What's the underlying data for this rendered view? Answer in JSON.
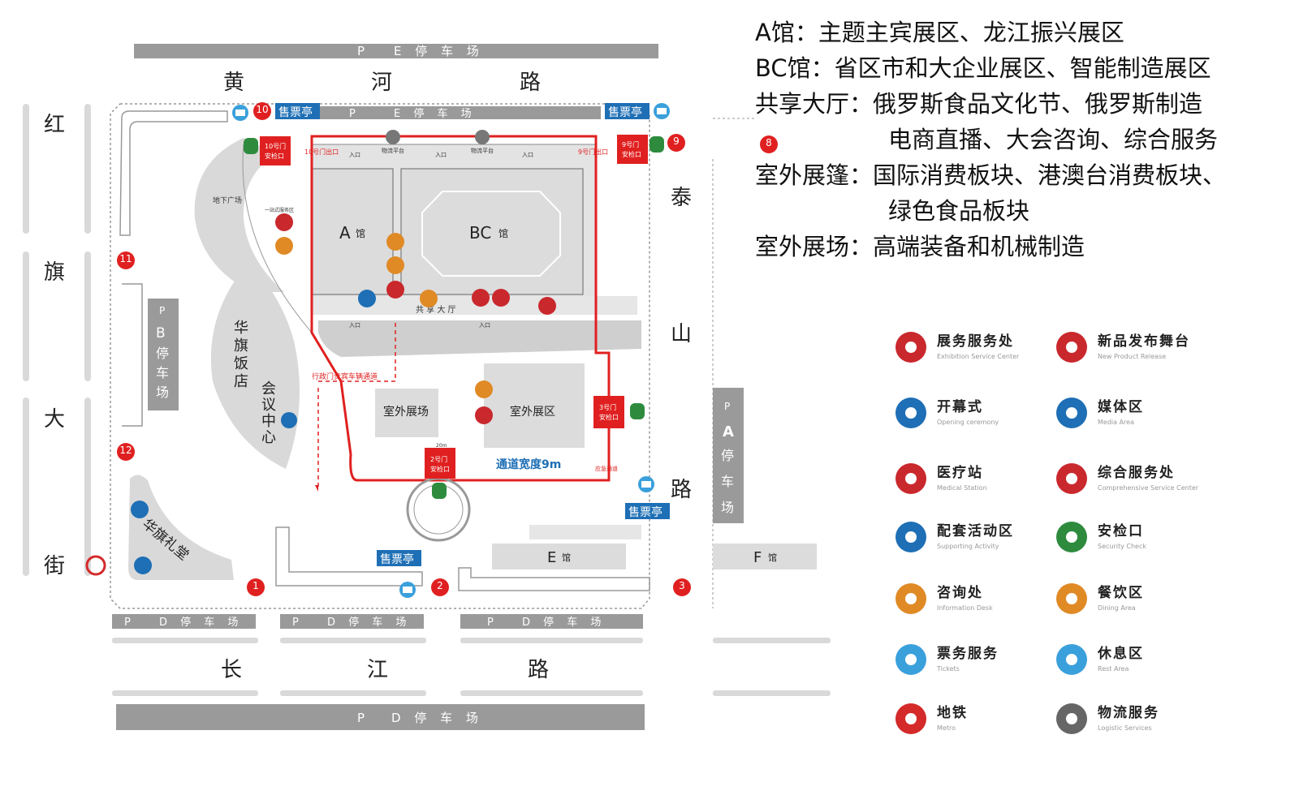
{
  "descriptions": [
    {
      "label": "A馆：",
      "text": "主题主宾展区、龙江振兴展区"
    },
    {
      "label": "BC馆：",
      "text": "省区市和大企业展区、智能制造展区"
    },
    {
      "label": "共享大厅：",
      "text": "俄罗斯食品文化节、俄罗斯制造"
    },
    {
      "label": "",
      "text": "电商直播、大会咨询、综合服务"
    },
    {
      "label": "室外展篷：",
      "text": "国际消费板块、港澳台消费板块、"
    },
    {
      "label": "",
      "text": "绿色食品板块"
    },
    {
      "label": "室外展场：",
      "text": "高端装备和机械制造"
    }
  ],
  "roads": {
    "north": [
      "黄",
      "河",
      "路"
    ],
    "south": [
      "长",
      "江",
      "路"
    ],
    "west": [
      "红",
      "旗",
      "大",
      "街"
    ],
    "east": [
      "泰",
      "山",
      "路"
    ]
  },
  "parking": {
    "p": "P",
    "e_lot": "E 停 车 场",
    "d_lot": "D 停 车 场",
    "b_lot": [
      "B",
      "停",
      "车",
      "场"
    ],
    "a_lot": [
      "A",
      "停",
      "车",
      "场"
    ]
  },
  "halls": {
    "a": "A",
    "bc": "BC",
    "guan": "馆",
    "e": "E",
    "f": "F",
    "outdoor_field": "室外展场",
    "outdoor_area": "室外展区",
    "hotel": [
      "华",
      "旗",
      "饭",
      "店"
    ],
    "conference": [
      "会",
      "议",
      "中",
      "心"
    ],
    "auditorium": "华旗礼堂",
    "shared_hall": "共 享 大 厅",
    "underground_plaza": "地下广场",
    "one_stop": "一站式服务区"
  },
  "labels": {
    "ticket_booth": "售票亭",
    "entrance": "入口",
    "logistics_platform": "物流平台",
    "gate10_exit": "10号门出口",
    "gate9_exit": "9号门出口",
    "gate10_check": [
      "10号门",
      "安检口"
    ],
    "gate9_check": [
      "9号门",
      "安检口"
    ],
    "gate3_check": [
      "3号门",
      "安检口"
    ],
    "gate2_check": [
      "2号门",
      "安检口"
    ],
    "vip_channel": "行政门贵宾车辆通道",
    "channel_width": "通道宽度9m",
    "emergency": "应急通道",
    "width_20m": "20m",
    "gate_suffix": "号门"
  },
  "gates": [
    "10",
    "9",
    "8",
    "11",
    "12",
    "1",
    "2",
    "3"
  ],
  "legend": [
    {
      "icon": "exhibition-service-icon",
      "zh": "展务服务处",
      "en": "Exhibition Service Center",
      "color": "#c9282d"
    },
    {
      "icon": "new-product-icon",
      "zh": "新品发布舞台",
      "en": "New Product Release",
      "color": "#c9282d"
    },
    {
      "icon": "opening-ceremony-icon",
      "zh": "开幕式",
      "en": "Opening ceremony",
      "color": "#1e6fb5"
    },
    {
      "icon": "media-area-icon",
      "zh": "媒体区",
      "en": "Media Area",
      "color": "#1e6fb5"
    },
    {
      "icon": "medical-station-icon",
      "zh": "医疗站",
      "en": "Medical Station",
      "color": "#c9282d"
    },
    {
      "icon": "comprehensive-service-icon",
      "zh": "综合服务处",
      "en": "Comprehensive Service Center",
      "color": "#c9282d"
    },
    {
      "icon": "supporting-activity-icon",
      "zh": "配套活动区",
      "en": "Supporting Activity",
      "color": "#1e6fb5"
    },
    {
      "icon": "security-check-icon",
      "zh": "安检口",
      "en": "Security Check",
      "color": "#2e8b3e"
    },
    {
      "icon": "information-desk-icon",
      "zh": "咨询处",
      "en": "Information Desk",
      "color": "#e08a26"
    },
    {
      "icon": "dining-area-icon",
      "zh": "餐饮区",
      "en": "Dining Area",
      "color": "#e08a26"
    },
    {
      "icon": "tickets-icon",
      "zh": "票务服务",
      "en": "Tickets",
      "color": "#3aa0dc"
    },
    {
      "icon": "rest-area-icon",
      "zh": "休息区",
      "en": "Rest Area",
      "color": "#3aa0dc"
    },
    {
      "icon": "metro-icon",
      "zh": "地铁",
      "en": "Metro",
      "color": "#d42a2a"
    },
    {
      "icon": "logistic-services-icon",
      "zh": "物流服务",
      "en": "Logistic Services",
      "color": "#666666"
    }
  ],
  "colors": {
    "red": "#e02020",
    "gray": "#9a9a9a",
    "light": "#d9d9d9",
    "blue": "#1e6fb5",
    "orange": "#e08a26",
    "green": "#2e8b3e"
  }
}
